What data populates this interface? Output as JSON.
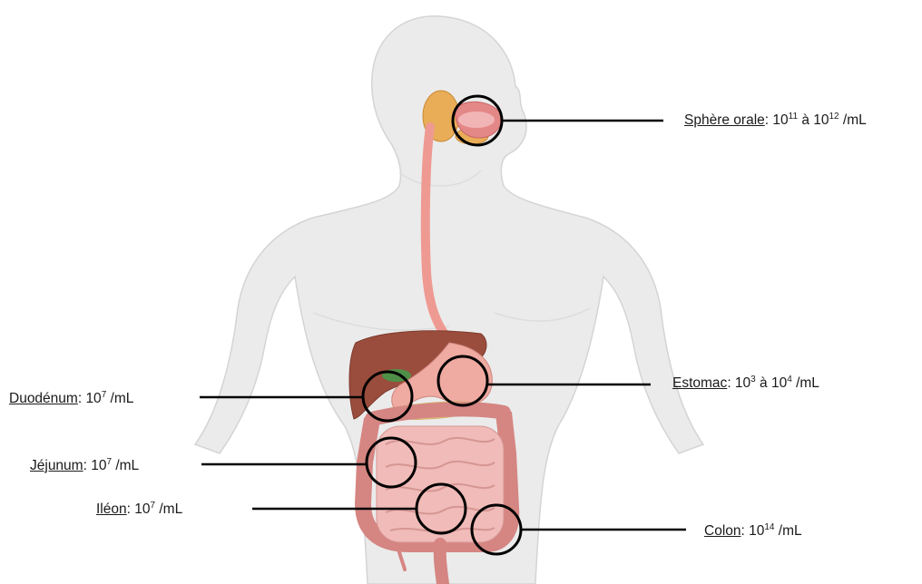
{
  "labels": {
    "oral": {
      "name": "Sphère orale",
      "pre": ": 10",
      "exp1": "11",
      "mid": " à 10",
      "exp2": "12",
      "post": " /mL"
    },
    "estomac": {
      "name": "Estomac",
      "pre": ": 10",
      "exp1": "3",
      "mid": " à 10",
      "exp2": "4",
      "post": " /mL"
    },
    "duodenum": {
      "name": "Duodénum",
      "pre": ": 10",
      "exp1": "7",
      "post": " /mL"
    },
    "jejunum": {
      "name": "Jéjunum",
      "pre": ": 10",
      "exp1": "7",
      "post": " /mL"
    },
    "ileon": {
      "name": "Iléon",
      "pre": ": 10",
      "exp1": "7",
      "post": " /mL"
    },
    "colon": {
      "name": "Colon",
      "pre": ": 10",
      "exp1": "14",
      "post": " /mL"
    }
  }
}
